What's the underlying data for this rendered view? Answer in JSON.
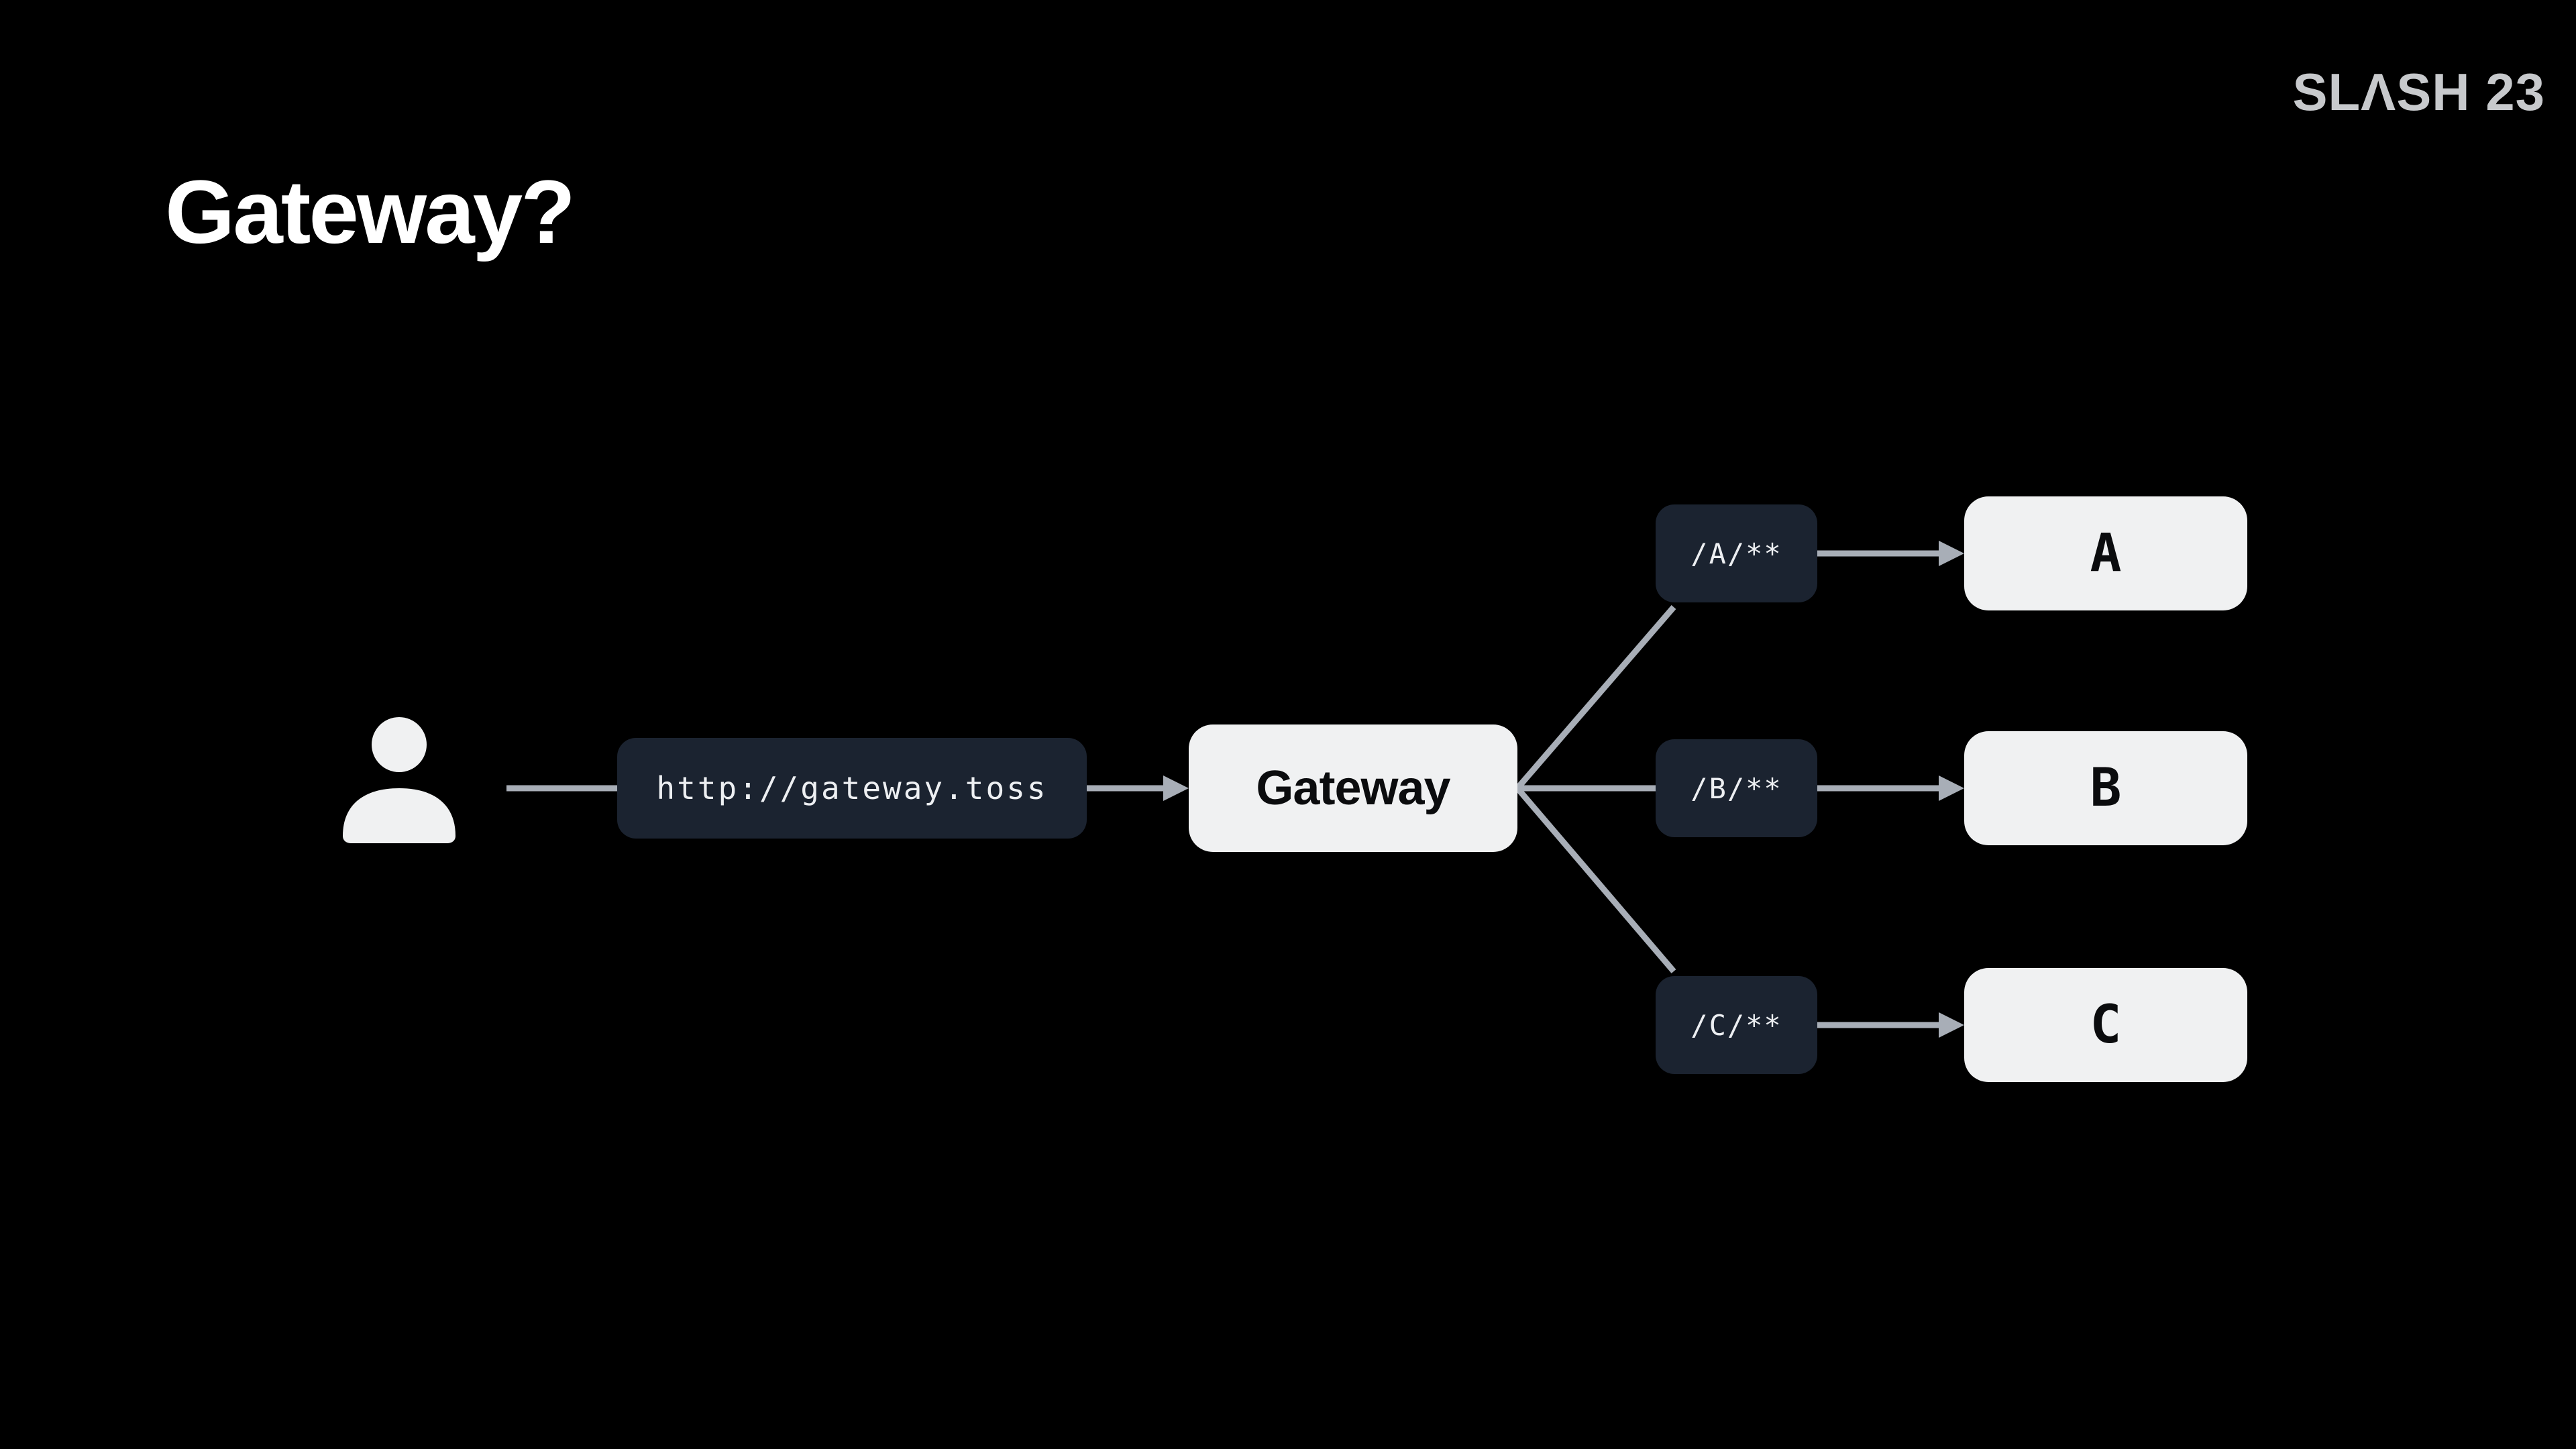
{
  "slide": {
    "logo": "SLΛSH 23",
    "title": "Gateway?"
  },
  "diagram": {
    "client": "user-icon",
    "request_url": "http://gateway.toss",
    "gateway_label": "Gateway",
    "routes": [
      {
        "path": "/A/**",
        "service": "A"
      },
      {
        "path": "/B/**",
        "service": "B"
      },
      {
        "path": "/C/**",
        "service": "C"
      }
    ],
    "colors": {
      "background": "#000000",
      "node_dark": "#1b2330",
      "node_light": "#f0f1f2",
      "connector": "#a8aeb7",
      "title_text": "#ffffff",
      "logo_text": "#c7c9cc"
    }
  }
}
